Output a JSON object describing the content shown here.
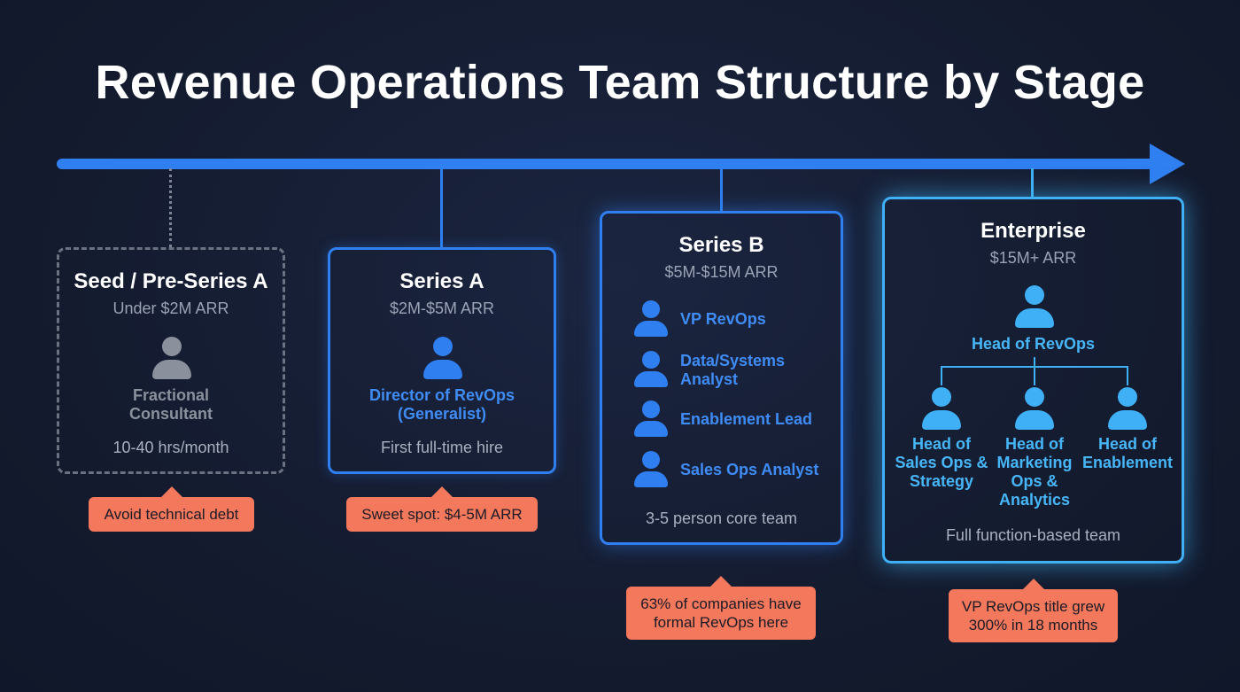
{
  "title": "Revenue Operations Team Structure by Stage",
  "colors": {
    "background": "#141c30",
    "timeline": "#2f7ff0",
    "enterprise_accent": "#3fb0f5",
    "seed_grey": "#8b919c",
    "callout": "#f4785c"
  },
  "stages": [
    {
      "name": "Seed / Pre-Series A",
      "arr": "Under $2M ARR",
      "roles": [
        "Fractional Consultant"
      ],
      "role_lines": [
        "Fractional",
        "Consultant"
      ],
      "footer": "10-40 hrs/month",
      "callout": "Avoid technical debt",
      "icon": "person-icon"
    },
    {
      "name": "Series A",
      "arr": "$2M-$5M ARR",
      "role_lines": [
        "Director of RevOps",
        "(Generalist)"
      ],
      "footer": "First full-time hire",
      "callout": "Sweet spot: $4-5M ARR",
      "icon": "person-icon"
    },
    {
      "name": "Series B",
      "arr": "$5M-$15M ARR",
      "roles": [
        {
          "lines": [
            "VP RevOps"
          ]
        },
        {
          "lines": [
            "Data/Systems",
            "Analyst"
          ]
        },
        {
          "lines": [
            "Enablement Lead"
          ]
        },
        {
          "lines": [
            "Sales Ops Analyst"
          ]
        }
      ],
      "footer": "3-5 person core team",
      "callout_lines": [
        "63% of companies have",
        "formal RevOps here"
      ],
      "icon": "person-icon"
    },
    {
      "name": "Enterprise",
      "arr": "$15M+ ARR",
      "head": "Head of RevOps",
      "reports": [
        {
          "lines": [
            "Head of",
            "Sales Ops &",
            "Strategy"
          ]
        },
        {
          "lines": [
            "Head of",
            "Marketing",
            "Ops &",
            "Analytics"
          ]
        },
        {
          "lines": [
            "Head of",
            "Enablement"
          ]
        }
      ],
      "footer": "Full function-based team",
      "callout_lines": [
        "VP RevOps title grew",
        "300% in 18 months"
      ],
      "icon": "person-icon"
    }
  ]
}
